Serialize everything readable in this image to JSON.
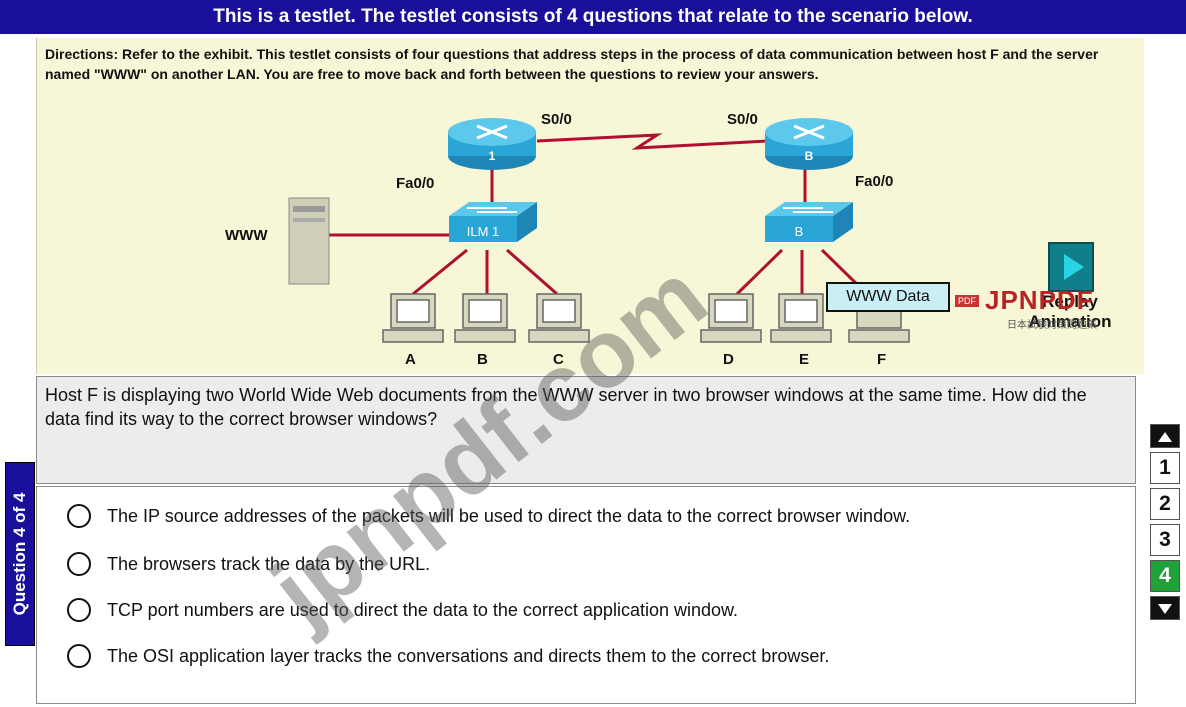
{
  "banner": {
    "title": "This is a testlet. The testlet consists of 4 questions that relate to the scenario below."
  },
  "exhibit": {
    "directions": "Directions: Refer to the exhibit. This testlet consists of four questions that address steps in the process of data communication between host F and the server named \"WWW\" on another LAN. You are free to move back and forth between the questions to review your answers.",
    "labels": {
      "s0_left": "S0/0",
      "s0_right": "S0/0",
      "fa_left": "Fa0/0",
      "fa_right": "Fa0/0",
      "server": "WWW",
      "router_left": "1",
      "router_right": "B",
      "switch_left": "ILM 1",
      "switch_right": "B",
      "hosts": [
        "A",
        "B",
        "C",
        "D",
        "E",
        "F"
      ],
      "www_data": "WWW Data"
    },
    "replay_label": "Replay Animation"
  },
  "question": {
    "text": "Host F is displaying two World Wide Web documents from the WWW server in two browser windows at the same time. How did the data find its way to the correct browser windows?",
    "options": [
      "The IP source addresses of the packets will be used to direct the data to the correct browser window.",
      "The browsers track the data by the URL.",
      "TCP port numbers are used to direct the data to the correct application window.",
      "The OSI application layer tracks the conversations and directs them to the correct browser."
    ]
  },
  "question_tab": "Question 4 of 4",
  "nav": {
    "numbers": [
      "1",
      "2",
      "3",
      "4"
    ],
    "active": "4"
  },
  "watermark": "jpnpdf.com",
  "brand": {
    "logo": "JPNPDF",
    "sub": "日本試験対策問題集",
    "pdf_badge": "PDF"
  },
  "colors": {
    "banner": "#1a0f9a",
    "exhibit_bg": "#f7f7d8",
    "router": "#2aa6d6",
    "link": "#b01030",
    "active_nav": "#1fa23a"
  }
}
